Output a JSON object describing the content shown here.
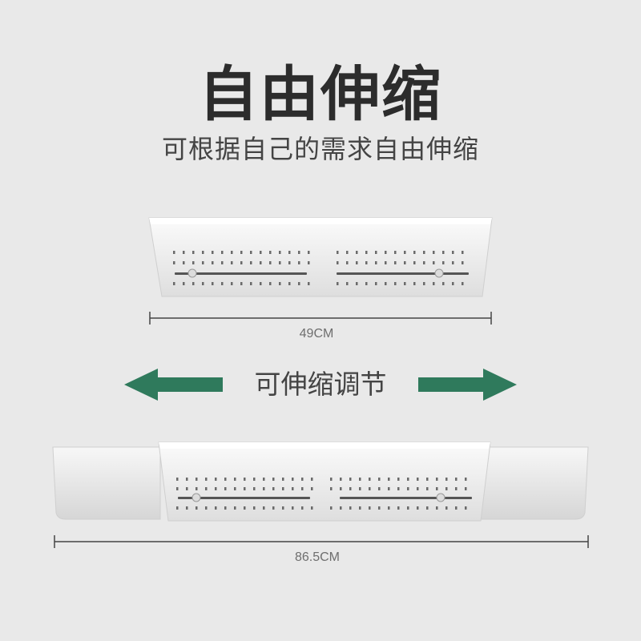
{
  "heading": {
    "title": "自由伸缩",
    "subtitle": "可根据自己的需求自由伸缩"
  },
  "product_short": {
    "length_label": "49CM"
  },
  "adjust": {
    "label": "可伸缩调节",
    "left_arrow_icon": "arrow-left-icon",
    "right_arrow_icon": "arrow-right-icon",
    "arrow_color": "#2f7a5c"
  },
  "product_long": {
    "length_label": "86.5CM"
  }
}
